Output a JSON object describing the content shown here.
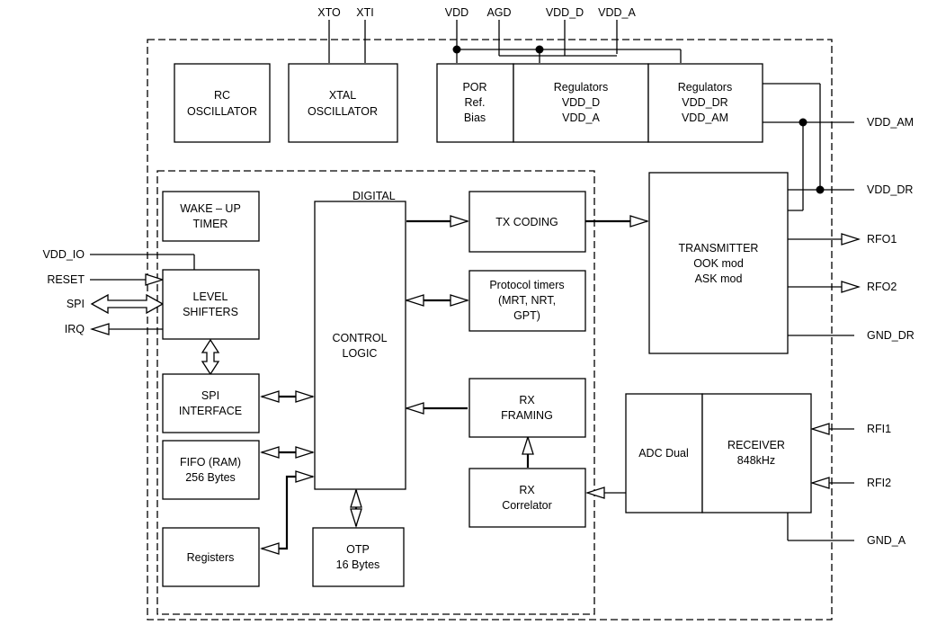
{
  "diagram": {
    "section_label": "DIGITAL",
    "blocks": {
      "rc_osc": [
        "RC",
        "OSCILLATOR"
      ],
      "xtal_osc": [
        "XTAL",
        "OSCILLATOR"
      ],
      "por": [
        "POR",
        "Ref.",
        "Bias"
      ],
      "reg1": [
        "Regulators",
        "VDD_D",
        "VDD_A"
      ],
      "reg2": [
        "Regulators",
        "VDD_DR",
        "VDD_AM"
      ],
      "wakeup": [
        "WAKE – UP",
        "TIMER"
      ],
      "level": [
        "LEVEL",
        "SHIFTERS"
      ],
      "spi_if": [
        "SPI",
        "INTERFACE"
      ],
      "fifo": [
        "FIFO (RAM)",
        "256 Bytes"
      ],
      "registers": [
        "Registers"
      ],
      "control": [
        "CONTROL",
        "LOGIC"
      ],
      "otp": [
        "OTP",
        "16 Bytes"
      ],
      "tx_coding": [
        "TX CODING"
      ],
      "proto": [
        "Protocol timers",
        "(MRT, NRT,",
        "GPT)"
      ],
      "rx_framing": [
        "RX",
        "FRAMING"
      ],
      "rx_corr": [
        "RX",
        "Correlator"
      ],
      "transmitter": [
        "TRANSMITTER",
        "OOK mod",
        "ASK mod"
      ],
      "adc": [
        "ADC Dual"
      ],
      "receiver": [
        "RECEIVER",
        "848kHz"
      ]
    },
    "pins": {
      "xto": "XTO",
      "xti": "XTI",
      "vdd": "VDD",
      "agd": "AGD",
      "vdd_d": "VDD_D",
      "vdd_a": "VDD_A",
      "vdd_io": "VDD_IO",
      "reset": "RESET",
      "spi": "SPI",
      "irq": "IRQ",
      "vdd_am": "VDD_AM",
      "vdd_dr": "VDD_DR",
      "rfo1": "RFO1",
      "rfo2": "RFO2",
      "gnd_dr": "GND_DR",
      "rfi1": "RFI1",
      "rfi2": "RFI2",
      "gnd_a": "GND_A"
    }
  }
}
